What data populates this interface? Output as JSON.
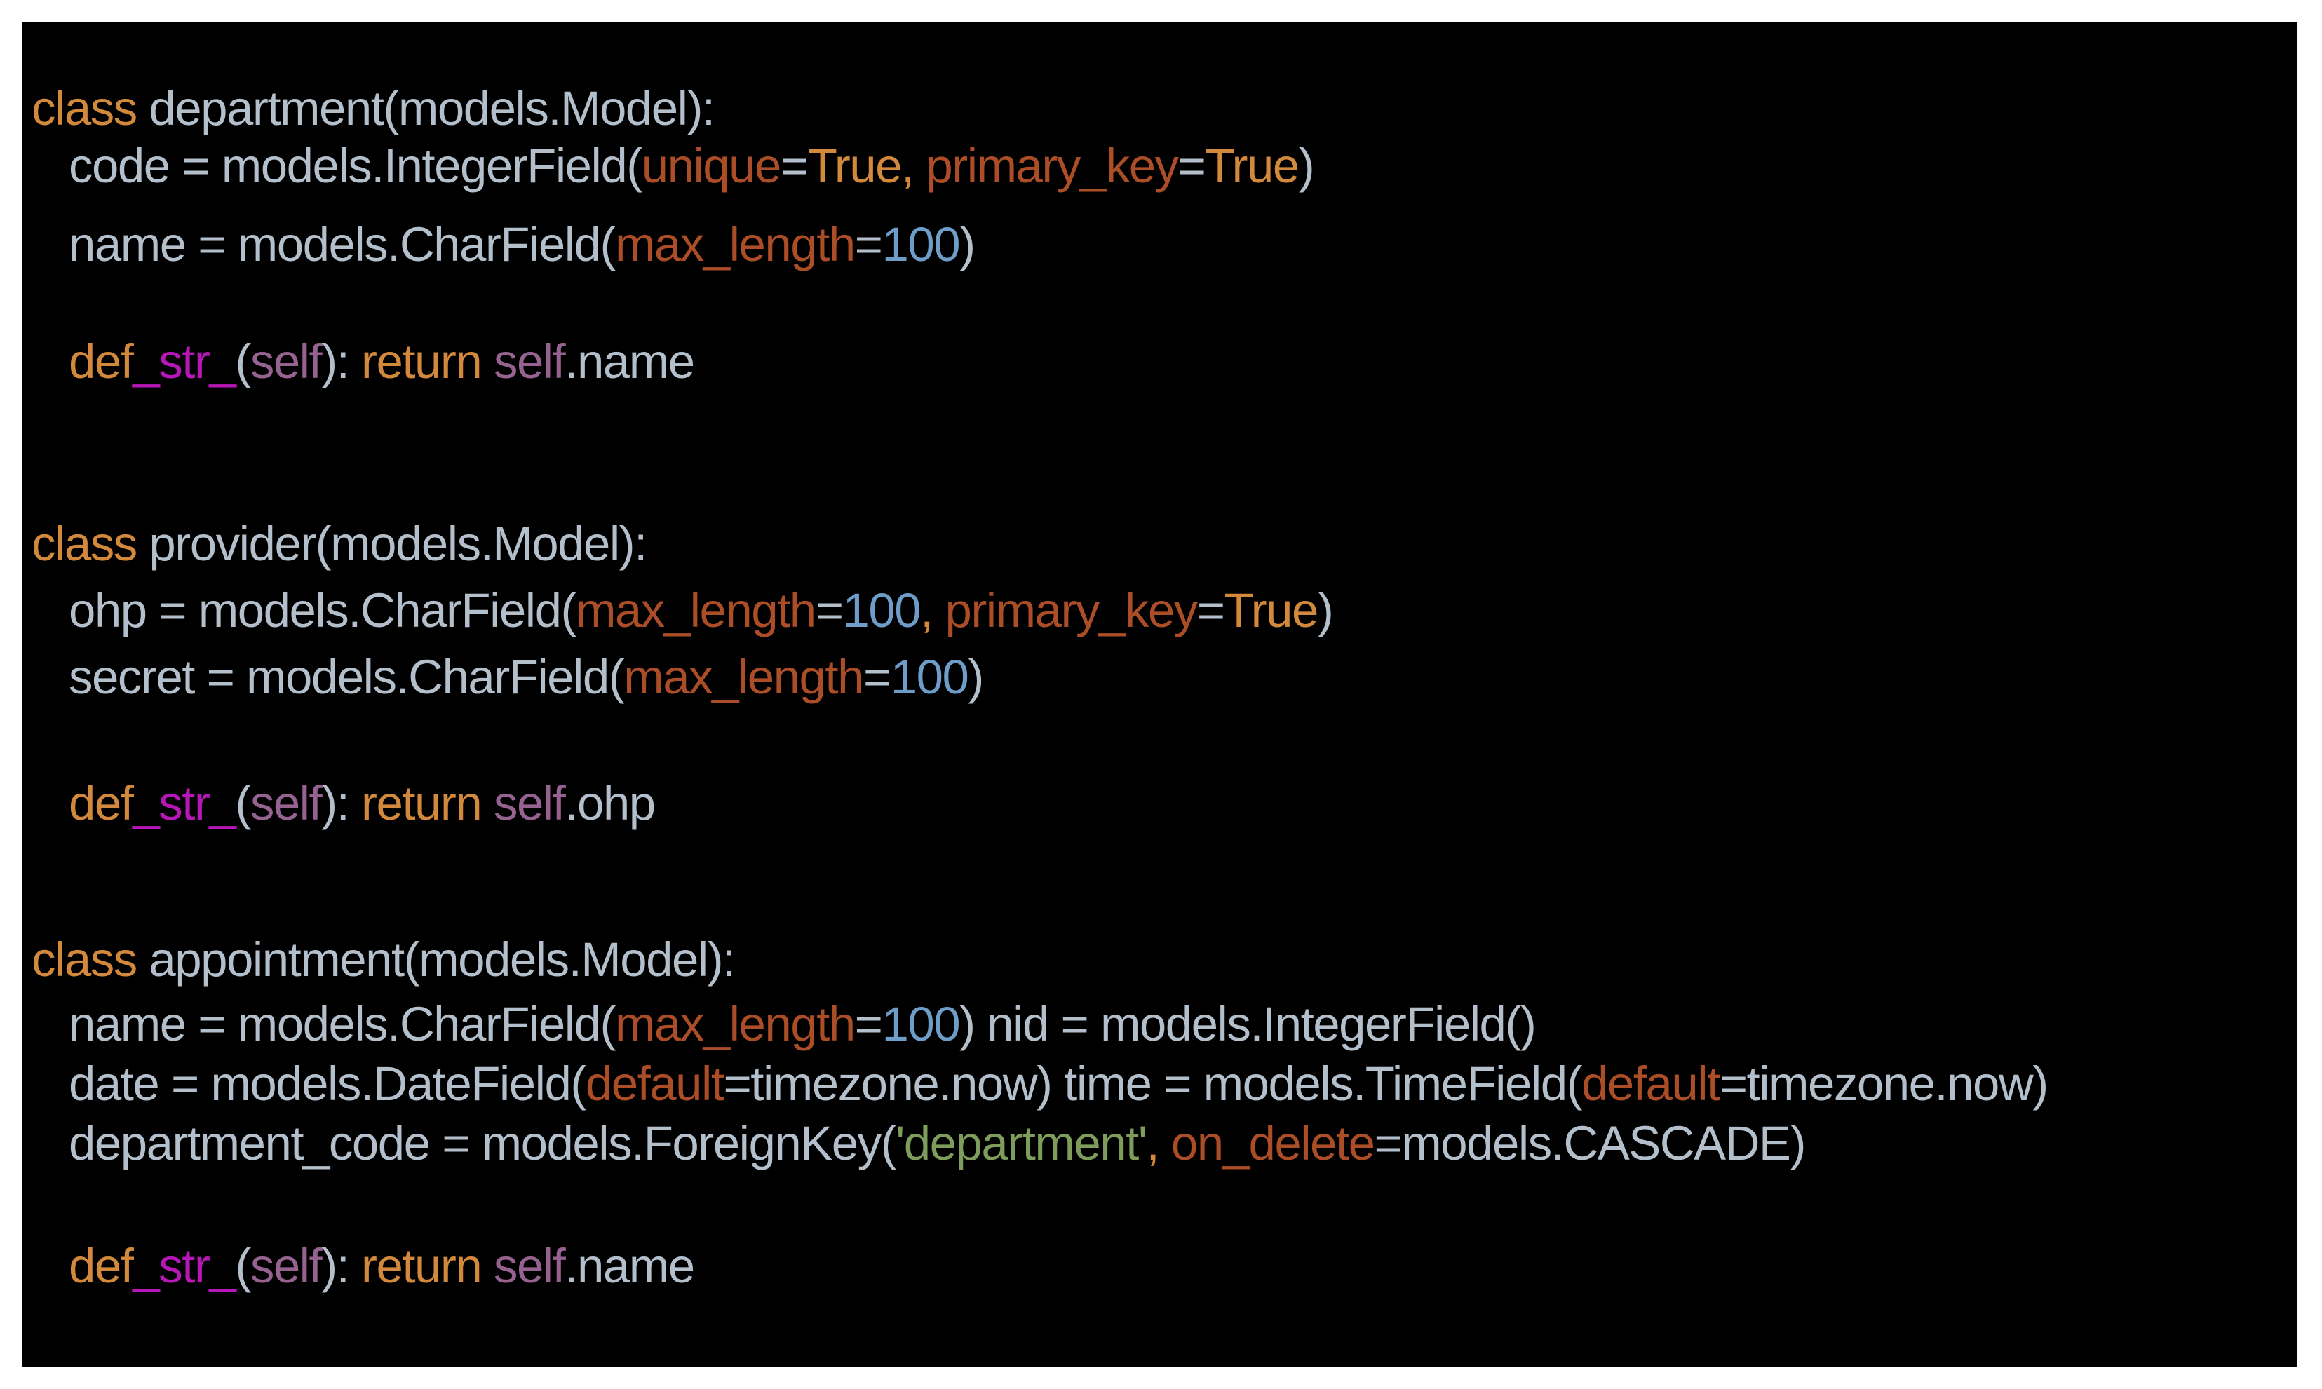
{
  "palette": {
    "page_bg": "#ffffff",
    "panel_bg": "#000000",
    "plain": "#b3bfcb",
    "keyword": "#d2893c",
    "param": "#ab4d27",
    "number": "#6d9dc8",
    "string": "#7e9d5b",
    "self_var": "#96628f",
    "magic": "#b817b8"
  },
  "code": {
    "language": "python-django-models",
    "lines": [
      {
        "indent": 0,
        "gap": 0,
        "tokens": [
          {
            "t": "kw",
            "v": "class"
          },
          {
            "t": "plain",
            "v": " department(models.Model):"
          }
        ]
      },
      {
        "indent": 1,
        "gap": 30,
        "tokens": [
          {
            "t": "plain",
            "v": "code = models.IntegerField("
          },
          {
            "t": "param",
            "v": "unique"
          },
          {
            "t": "plain",
            "v": "="
          },
          {
            "t": "kw",
            "v": "True"
          },
          {
            "t": "kw",
            "v": ","
          },
          {
            "t": "plain",
            "v": " "
          },
          {
            "t": "param",
            "v": "primary_key"
          },
          {
            "t": "plain",
            "v": "="
          },
          {
            "t": "kw",
            "v": "True"
          },
          {
            "t": "plain",
            "v": ")"
          }
        ]
      },
      {
        "indent": 1,
        "gap": 85,
        "tokens": [
          {
            "t": "plain",
            "v": "name = models.CharField("
          },
          {
            "t": "param",
            "v": "max_length"
          },
          {
            "t": "plain",
            "v": "="
          },
          {
            "t": "num",
            "v": "100"
          },
          {
            "t": "plain",
            "v": ")"
          }
        ]
      },
      {
        "indent": 1,
        "gap": 178,
        "tokens": [
          {
            "t": "kw",
            "v": "def"
          },
          {
            "t": "magic",
            "v": "_str_"
          },
          {
            "t": "plain",
            "v": "("
          },
          {
            "t": "self",
            "v": "self"
          },
          {
            "t": "plain",
            "v": "): "
          },
          {
            "t": "kw",
            "v": "return"
          },
          {
            "t": "plain",
            "v": " "
          },
          {
            "t": "self",
            "v": "self"
          },
          {
            "t": "plain",
            "v": ".name"
          }
        ]
      },
      {
        "indent": 0,
        "gap": 13,
        "tokens": [
          {
            "t": "kw",
            "v": "class"
          },
          {
            "t": "plain",
            "v": " provider(models.Model):"
          }
        ]
      },
      {
        "indent": 1,
        "gap": 13,
        "tokens": [
          {
            "t": "plain",
            "v": "ohp = models.CharField("
          },
          {
            "t": "param",
            "v": "max_length"
          },
          {
            "t": "plain",
            "v": "="
          },
          {
            "t": "num",
            "v": "100"
          },
          {
            "t": "kw",
            "v": ","
          },
          {
            "t": "plain",
            "v": " "
          },
          {
            "t": "param",
            "v": "primary_key"
          },
          {
            "t": "plain",
            "v": "="
          },
          {
            "t": "kw",
            "v": "True"
          },
          {
            "t": "plain",
            "v": ")"
          }
        ]
      },
      {
        "indent": 1,
        "gap": 98,
        "tokens": [
          {
            "t": "plain",
            "v": "secret = models.CharField("
          },
          {
            "t": "param",
            "v": "max_length"
          },
          {
            "t": "plain",
            "v": "="
          },
          {
            "t": "num",
            "v": "100"
          },
          {
            "t": "plain",
            "v": ")"
          }
        ]
      },
      {
        "indent": 1,
        "gap": 141,
        "tokens": [
          {
            "t": "kw",
            "v": "def"
          },
          {
            "t": "magic",
            "v": "_str_"
          },
          {
            "t": "plain",
            "v": "("
          },
          {
            "t": "self",
            "v": "self"
          },
          {
            "t": "plain",
            "v": "): "
          },
          {
            "t": "kw",
            "v": "return"
          },
          {
            "t": "plain",
            "v": " "
          },
          {
            "t": "self",
            "v": "self"
          },
          {
            "t": "plain",
            "v": ".ohp"
          }
        ]
      },
      {
        "indent": 0,
        "gap": 10,
        "tokens": [
          {
            "t": "kw",
            "v": "class"
          },
          {
            "t": "plain",
            "v": " appointment(models.Model):"
          }
        ]
      },
      {
        "indent": 1,
        "gap": 3,
        "tokens": [
          {
            "t": "plain",
            "v": "name = models.CharField("
          },
          {
            "t": "param",
            "v": "max_length"
          },
          {
            "t": "plain",
            "v": "="
          },
          {
            "t": "num",
            "v": "100"
          },
          {
            "t": "plain",
            "v": ") nid = models.IntegerField()"
          }
        ]
      },
      {
        "indent": 1,
        "gap": 3,
        "tokens": [
          {
            "t": "plain",
            "v": "date = models.DateField("
          },
          {
            "t": "param",
            "v": "default"
          },
          {
            "t": "plain",
            "v": "=timezone.now) time = models.TimeField("
          },
          {
            "t": "param",
            "v": "default"
          },
          {
            "t": "plain",
            "v": "=timezone.now)"
          }
        ]
      },
      {
        "indent": 1,
        "gap": 93,
        "tokens": [
          {
            "t": "plain",
            "v": "department_code = models.ForeignKey("
          },
          {
            "t": "str",
            "v": "'department'"
          },
          {
            "t": "kw",
            "v": ","
          },
          {
            "t": "plain",
            "v": " "
          },
          {
            "t": "param",
            "v": "on_delete"
          },
          {
            "t": "plain",
            "v": "=models.CASCADE)"
          }
        ]
      },
      {
        "indent": 1,
        "gap": 0,
        "tokens": [
          {
            "t": "kw",
            "v": "def"
          },
          {
            "t": "magic",
            "v": "_str_"
          },
          {
            "t": "plain",
            "v": "("
          },
          {
            "t": "self",
            "v": "self"
          },
          {
            "t": "plain",
            "v": "): "
          },
          {
            "t": "kw",
            "v": "return"
          },
          {
            "t": "plain",
            "v": " "
          },
          {
            "t": "self",
            "v": "self"
          },
          {
            "t": "plain",
            "v": ".name"
          }
        ]
      }
    ]
  }
}
